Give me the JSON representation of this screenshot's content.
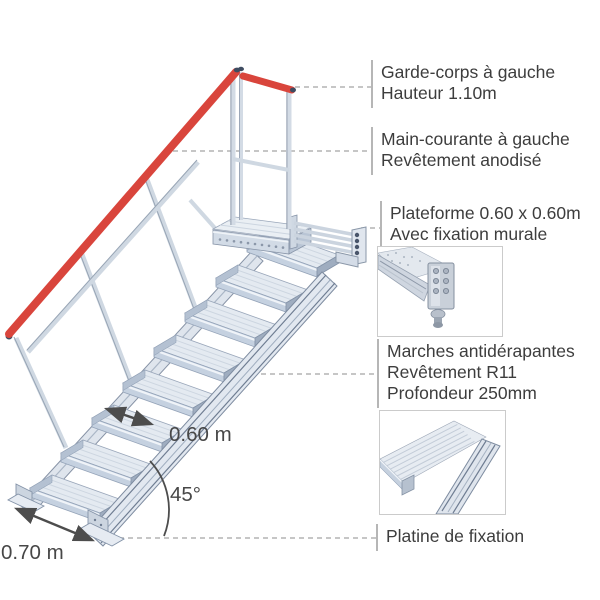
{
  "illustration": {
    "steps_count": 8
  },
  "callouts": [
    {
      "id": "garde-corps",
      "lines": [
        "Garde-corps à gauche",
        "Hauteur 1.10m"
      ]
    },
    {
      "id": "main-courante",
      "lines": [
        "Main-courante à gauche",
        "Revêtement anodisé"
      ]
    },
    {
      "id": "plateforme",
      "lines": [
        "Plateforme 0.60 x 0.60m",
        "Avec fixation murale"
      ]
    },
    {
      "id": "marches",
      "lines": [
        "Marches antidérapantes",
        "Revêtement R11",
        "Profondeur 250mm"
      ]
    },
    {
      "id": "platine",
      "lines": [
        "Platine de fixation"
      ]
    }
  ],
  "dimensions": {
    "step_width_label": "0.60 m",
    "angle_label": "45°",
    "base_depth_label": "0.70 m"
  },
  "insets": [
    {
      "id": "fixation-murale-photo"
    },
    {
      "id": "marche-antiderapante-photo"
    }
  ],
  "colors": {
    "handrail_red": "#d9453c",
    "aluminum_light": "#e4eaf1",
    "aluminum_mid": "#c5d1e0",
    "aluminum_dark": "#9fadc0",
    "outline": "#8493a8",
    "leader_line": "#b3b3b3",
    "dimension_text": "#474747",
    "callout_text": "#3d3d3d",
    "inset_border": "#cbcbcb",
    "background": "#ffffff"
  }
}
